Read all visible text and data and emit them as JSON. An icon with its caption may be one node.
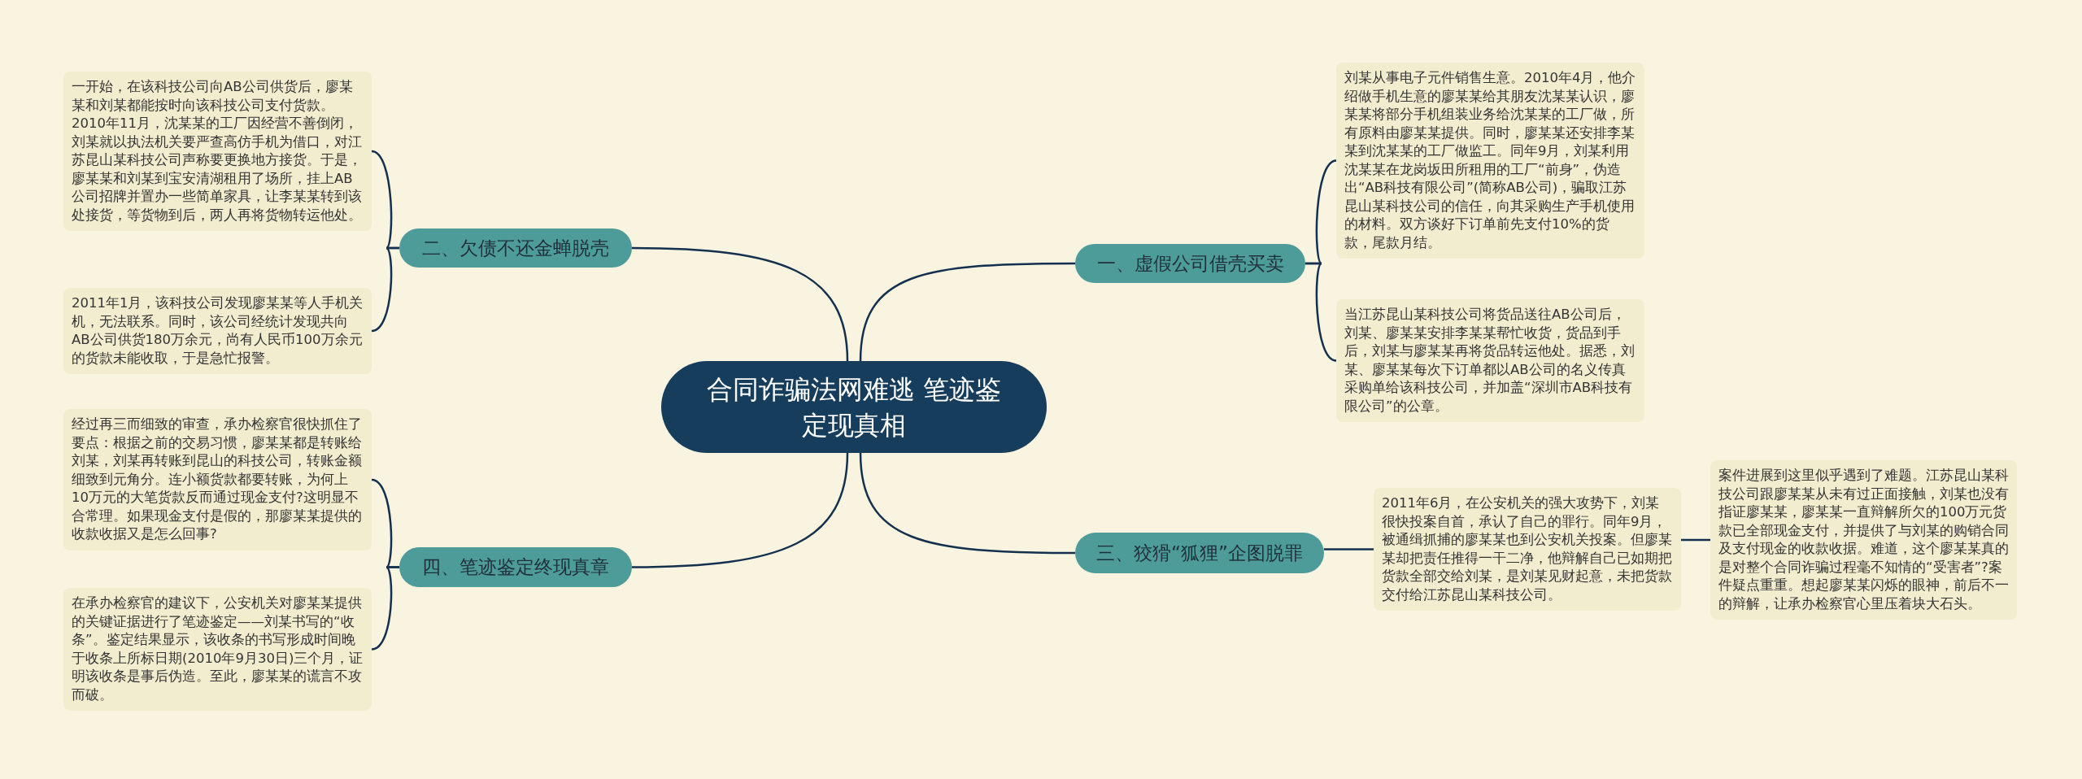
{
  "diagram": {
    "nodes": [
      {
        "text": [
          "合同诈骗法网难逃 笔迹鉴定现真相"
        ]
      },
      {
        "text": [
          "一、虚假公司借壳买卖"
        ]
      },
      {
        "text": [
          "刘某从事电子元件销售生意。2010年4月，他介绍做手机生意的廖某某给其朋友沈某某认识，廖某某将部分手机组装业务给沈某某的工厂做，所有原料由廖某某提供。同时，廖某某还安排李某某到沈某某的工厂做监工。同年9月，刘某利用沈某某在龙岗坂田所租用的工厂“前身”，伪造出“AB科技有限公司”(简称AB公司)，骗取江苏昆山某科技公司的信任，向其采购生产手机使用的材料。双方谈好下订单前先支付10%的货款，尾款月结。"
        ]
      },
      {
        "text": [
          "当江苏昆山某科技公司将货品送往AB公司后，刘某、廖某某安排李某某帮忙收货，货品到手后，刘某与廖某某再将货品转运他处。据悉，刘某、廖某某每次下订单都以AB公司的名义传真采购单给该科技公司，并加盖“深圳市AB科技有限公司”的公章。"
        ]
      },
      {
        "text": [
          "二、欠债不还金蝉脱壳"
        ]
      },
      {
        "text": [
          "一开始，在该科技公司向AB公司供货后，廖某某和刘某都能按时向该科技公司支付货款。2010年11月，沈某某的工厂因经营不善倒闭，刘某就以执法机关要严查高仿手机为借口，对江苏昆山某科技公司声称要更换地方接货。于是，廖某某和刘某到宝安清湖租用了场所，挂上AB公司招牌并置办一些简单家具，让李某某转到该处接货，等货物到后，两人再将货物转运他处。"
        ]
      },
      {
        "text": [
          "2011年1月，该科技公司发现廖某某等人手机关机，无法联系。同时，该公司经统计发现共向AB公司供货180万余元，尚有人民币100万余元的货款未能收取，于是急忙报警。"
        ]
      },
      {
        "text": [
          "三、狡猾“狐狸”企图脱罪"
        ]
      },
      {
        "text": [
          "2011年6月，在公安机关的强大攻势下，刘某很快投案自首，承认了自己的罪行。同年9月，被通缉抓捕的廖某某也到公安机关投案。但廖某某却把责任推得一干二净，他辩解自己已如期把货款全部交给刘某，是刘某见财起意，未把货款交付给江苏昆山某科技公司。"
        ]
      },
      {
        "text": [
          "案件进展到这里似乎遇到了难题。江苏昆山某科技公司跟廖某某从未有过正面接触，刘某也没有指证廖某某，廖某某一直辩解所欠的100万元货款已全部现金支付，并提供了与刘某的购销合同及支付现金的收款收据。难道，这个廖某某真的是对整个合同诈骗过程毫不知情的“受害者”?案件疑点重重。想起廖某某闪烁的眼神，前后不一的辩解，让承办检察官心里压着块大石头。"
        ]
      },
      {
        "text": [
          "四、笔迹鉴定终现真章"
        ]
      },
      {
        "text": [
          "经过再三而细致的审查，承办检察官很快抓住了要点：根据之前的交易习惯，廖某某都是转账给刘某，刘某再转账到昆山的科技公司，转账金额细致到元角分。连小额货款都要转账，为何上10万元的大笔货款反而通过现金支付?这明显不合常理。如果现金支付是假的，那廖某某提供的收款收据又是怎么回事?"
        ]
      },
      {
        "text": [
          "在承办检察官的建议下，公安机关对廖某某提供的关键证据进行了笔迹鉴定——刘某书写的“收条”。鉴定结果显示，该收条的书写形成时间晚于收条上所标日期(2010年9月30日)三个月，证明该收条是事后伪造。至此，廖某某的谎言不攻而破。"
        ]
      }
    ],
    "edges": [
      {
        "from": 0,
        "to": 1,
        "arrow": "none"
      },
      {
        "from": 1,
        "to": 2,
        "arrow": "none"
      },
      {
        "from": 1,
        "to": 3,
        "arrow": "none"
      },
      {
        "from": 0,
        "to": 4,
        "arrow": "none"
      },
      {
        "from": 4,
        "to": 5,
        "arrow": "none"
      },
      {
        "from": 4,
        "to": 6,
        "arrow": "none"
      },
      {
        "from": 0,
        "to": 7,
        "arrow": "none"
      },
      {
        "from": 7,
        "to": 8,
        "arrow": "none"
      },
      {
        "from": 8,
        "to": 9,
        "arrow": "none"
      },
      {
        "from": 0,
        "to": 10,
        "arrow": "none"
      },
      {
        "from": 10,
        "to": 11,
        "arrow": "none"
      },
      {
        "from": 10,
        "to": 12,
        "arrow": "none"
      }
    ]
  }
}
